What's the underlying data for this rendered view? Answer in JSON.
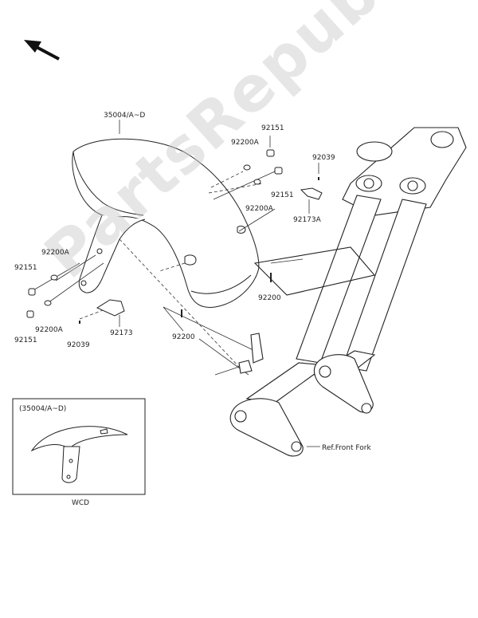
{
  "watermark": "PartsRepublik",
  "labels": {
    "fender": "35004/A~D",
    "washer_top_1": "92200A",
    "bolt_top_1": "92151",
    "clip_top": "92039",
    "bolt_top_2": "92151",
    "washer_top_2": "92200A",
    "bracket_right": "92173A",
    "washer_left_1": "92200A",
    "bolt_left_1": "92151",
    "bolt_left_2": "92151",
    "washer_left_2": "92200A",
    "clip_bottom": "92039",
    "bracket_left": "92173",
    "grommet_center": "92200",
    "grommet_right": "92200",
    "fork_ref": "Ref.Front Fork"
  },
  "inset": {
    "title": "(35004/A~D)",
    "caption": "WCD"
  }
}
